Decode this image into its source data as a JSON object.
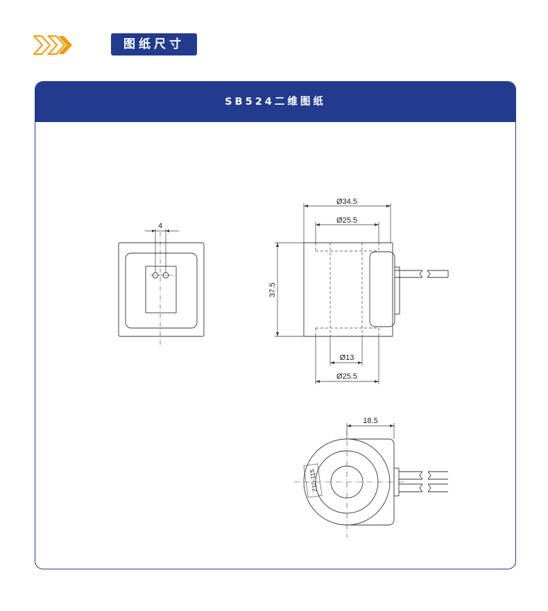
{
  "section": {
    "title": "图纸尺寸"
  },
  "card": {
    "title": "SB524二维图纸"
  },
  "dimensions": {
    "front_pin_spacing": "4",
    "side_outer_diameter": "Ø34.5",
    "side_top_flange": "Ø25.5",
    "side_height": "37.5",
    "side_bore": "Ø13",
    "side_bottom_flange": "Ø25.5",
    "bottom_offset": "18.5",
    "coil_marking": "Z10-115"
  },
  "colors": {
    "brand": "#233b8e",
    "accent": "#f39800",
    "line": "#333333"
  }
}
